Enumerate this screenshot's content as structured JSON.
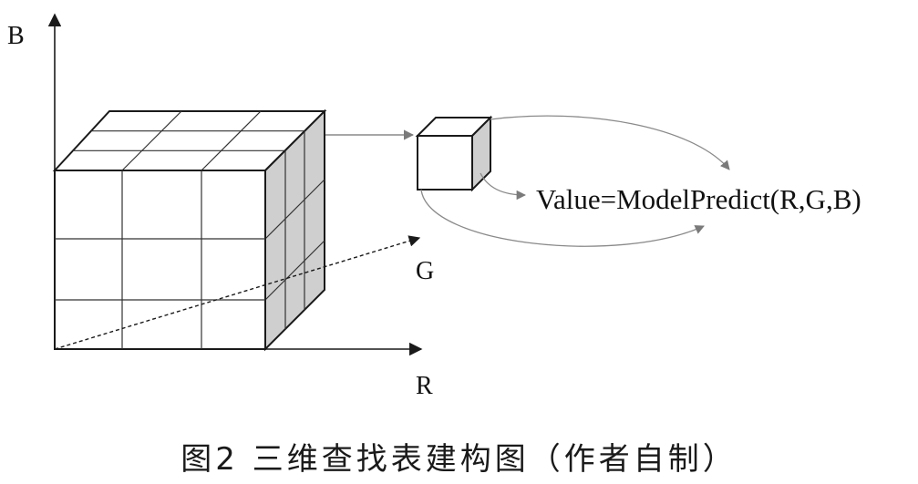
{
  "axes": {
    "b_label": "B",
    "g_label": "G",
    "r_label": "R"
  },
  "formula": "Value=ModelPredict(R,G,B)",
  "caption": "图2 三维查找表建构图（作者自制）",
  "colors": {
    "stroke": "#1a1a1a",
    "grid": "#333333",
    "shaded_face": "#cfcfcf",
    "connector": "#8a8a8a",
    "background": "#ffffff"
  }
}
